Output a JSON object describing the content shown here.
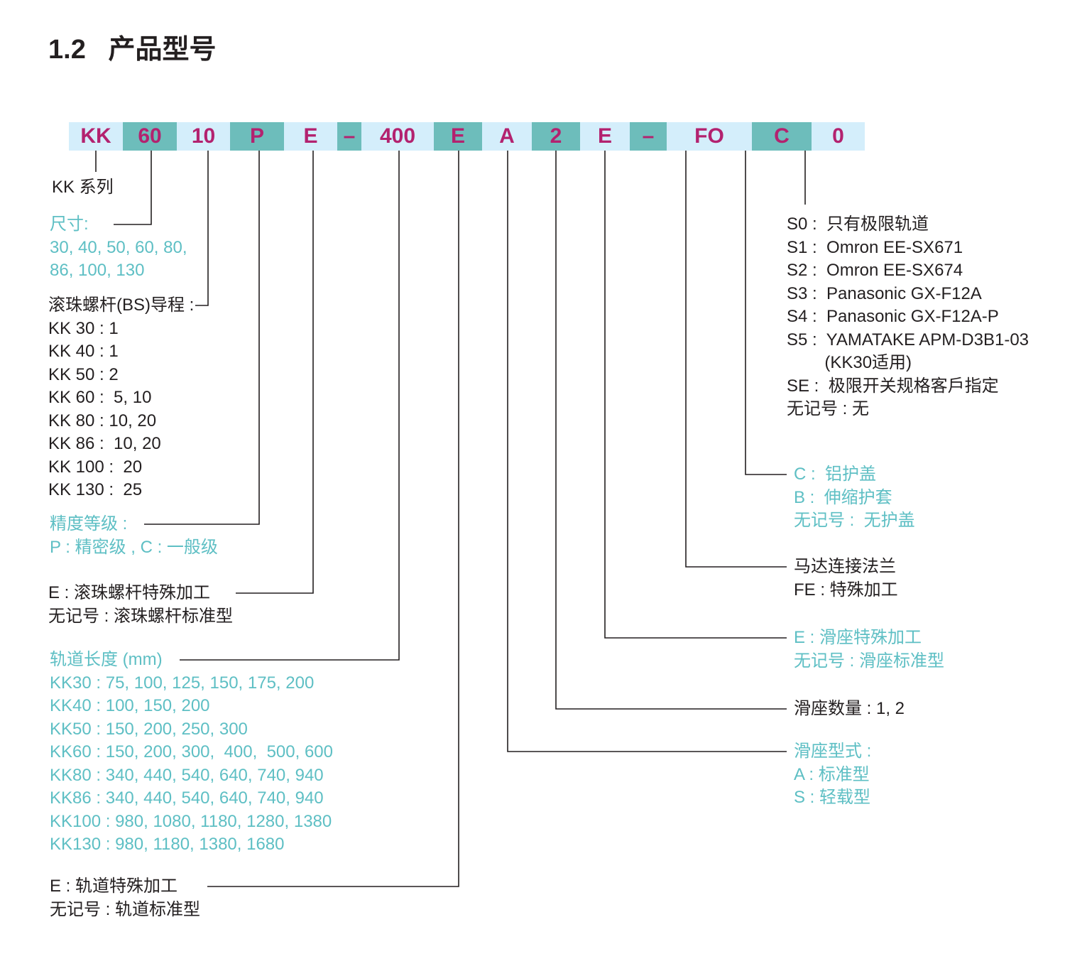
{
  "title": "1.2   产品型号",
  "colors": {
    "light_segment": "#d4eefb",
    "dark_segment": "#6dbdbb",
    "code_text": "#b3226f",
    "teal_text": "#5ebfc4",
    "dark_text": "#231f20"
  },
  "code_segments": [
    {
      "text": "KK",
      "shade": "light"
    },
    {
      "text": "60",
      "shade": "dark"
    },
    {
      "text": "10",
      "shade": "light"
    },
    {
      "text": "P",
      "shade": "dark"
    },
    {
      "text": "E",
      "shade": "light"
    },
    {
      "text": "–",
      "shade": "dark"
    },
    {
      "text": "400",
      "shade": "light"
    },
    {
      "text": "E",
      "shade": "dark"
    },
    {
      "text": "A",
      "shade": "light"
    },
    {
      "text": "2",
      "shade": "dark"
    },
    {
      "text": "E",
      "shade": "light"
    },
    {
      "text": "–",
      "shade": "dark"
    },
    {
      "text": "FO",
      "shade": "light"
    },
    {
      "text": "C",
      "shade": "dark"
    },
    {
      "text": "0",
      "shade": "light"
    }
  ],
  "series": {
    "lines": [
      "KK 系列"
    ]
  },
  "size": {
    "lines": [
      "尺寸:",
      "30, 40, 50, 60, 80,",
      "86, 100, 130"
    ]
  },
  "lead": {
    "lines": [
      "滚珠螺杆(BS)导程 :",
      "KK 30 : 1",
      "KK 40 : 1",
      "KK 50 : 2",
      "KK 60 :  5, 10",
      "KK 80 : 10, 20",
      "KK 86 :  10, 20",
      "KK 100 :  20",
      "KK 130 :  25"
    ]
  },
  "precision": {
    "lines": [
      "精度等级 :",
      "P : 精密级 , C : 一般级"
    ]
  },
  "bs_special": {
    "lines": [
      "E : 滚珠螺杆特殊加工",
      "无记号 : 滚珠螺杆标准型"
    ]
  },
  "rail_length": {
    "lines": [
      "轨道长度 (mm)",
      "KK30 : 75, 100, 125, 150, 175, 200",
      "KK40 : 100, 150, 200",
      "KK50 : 150, 200, 250, 300",
      "KK60 : 150, 200, 300,  400,  500, 600",
      "KK80 : 340, 440, 540, 640, 740, 940",
      "KK86 : 340, 440, 540, 640, 740, 940",
      "KK100 : 980, 1080, 1180, 1280, 1380",
      "KK130 : 980, 1180, 1380, 1680"
    ]
  },
  "rail_special": {
    "lines": [
      "E : 轨道特殊加工",
      "无记号 : 轨道标准型"
    ]
  },
  "sensor": {
    "lines": [
      "S0 :  只有极限轨道",
      "S1 :  Omron EE-SX671",
      "S2 :  Omron EE-SX674",
      "S3 :  Panasonic GX-F12A",
      "S4 :  Panasonic GX-F12A-P",
      "S5 :  YAMATAKE APM-D3B1-03",
      "        (KK30适用)",
      "SE :  极限开关规格客戶指定",
      "无记号 : 无"
    ]
  },
  "cover": {
    "lines": [
      "C :  铝护盖",
      "B :  伸缩护套",
      "无记号 :  无护盖"
    ]
  },
  "motor_flange": {
    "lines": [
      "马达连接法兰",
      "FE : 特殊加工"
    ]
  },
  "slider_special": {
    "lines": [
      "E : 滑座特殊加工",
      "无记号 : 滑座标准型"
    ]
  },
  "slider_count": {
    "lines": [
      "滑座数量 : 1, 2"
    ]
  },
  "slider_type": {
    "lines": [
      "滑座型式 :",
      "A : 标准型",
      "S : 轻载型"
    ]
  }
}
